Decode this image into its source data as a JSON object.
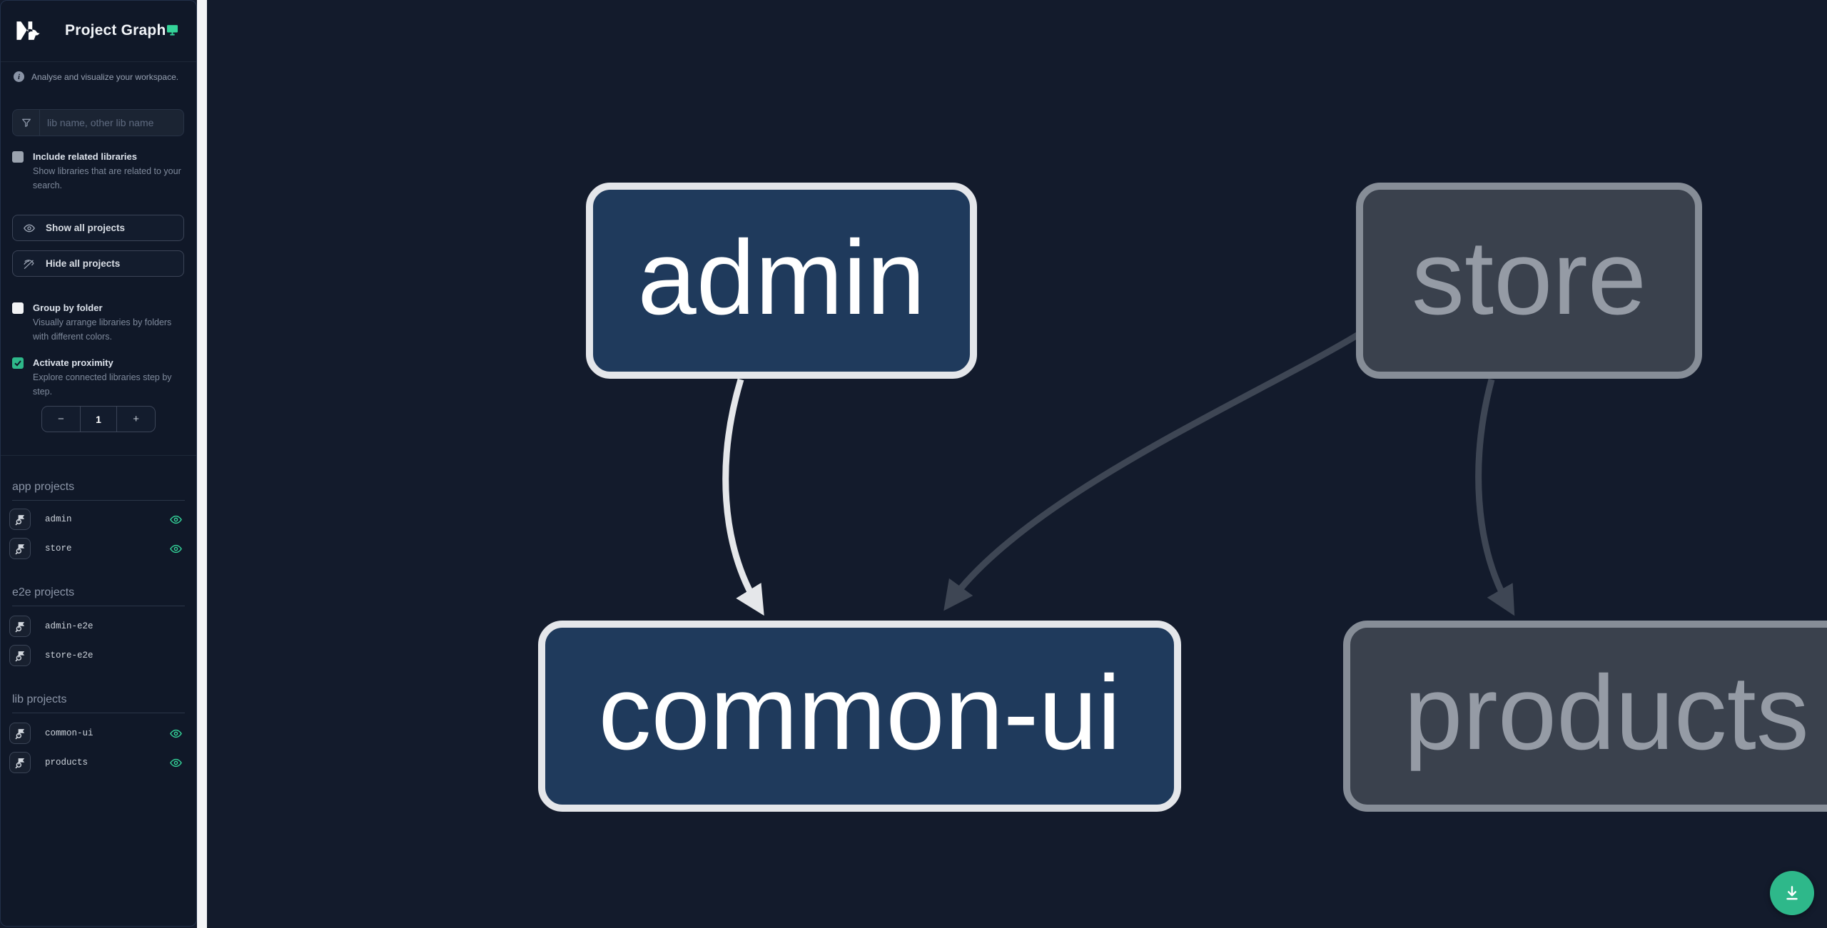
{
  "header": {
    "title": "Project Graph"
  },
  "intro": {
    "text": "Analyse and visualize your workspace."
  },
  "filter": {
    "placeholder": "lib name, other lib name",
    "value": ""
  },
  "include_related": {
    "label": "Include related libraries",
    "description": "Show libraries that are related to your search.",
    "checked": false
  },
  "actions": {
    "show_all": "Show all projects",
    "hide_all": "Hide all projects"
  },
  "group_by_folder": {
    "label": "Group by folder",
    "description": "Visually arrange libraries by folders with different colors.",
    "checked": false
  },
  "activate_proximity": {
    "label": "Activate proximity",
    "description": "Explore connected libraries step by step.",
    "checked": true
  },
  "proximity": {
    "decrement": "−",
    "value": "1",
    "increment": "+"
  },
  "sections": {
    "app": {
      "title": "app projects",
      "items": [
        {
          "name": "admin",
          "visible": true
        },
        {
          "name": "store",
          "visible": true
        }
      ]
    },
    "e2e": {
      "title": "e2e projects",
      "items": [
        {
          "name": "admin-e2e",
          "visible": false
        },
        {
          "name": "store-e2e",
          "visible": false
        }
      ]
    },
    "lib": {
      "title": "lib projects",
      "items": [
        {
          "name": "common-ui",
          "visible": true
        },
        {
          "name": "products",
          "visible": true
        }
      ]
    }
  },
  "graph": {
    "nodes": [
      {
        "id": "admin",
        "label": "admin",
        "state": "highlighted"
      },
      {
        "id": "store",
        "label": "store",
        "state": "faded"
      },
      {
        "id": "common-ui",
        "label": "common-ui",
        "state": "highlighted"
      },
      {
        "id": "products",
        "label": "products",
        "state": "faded"
      }
    ],
    "edges": [
      {
        "source": "admin",
        "target": "common-ui",
        "state": "highlighted"
      },
      {
        "source": "store",
        "target": "common-ui",
        "state": "faded"
      },
      {
        "source": "store",
        "target": "products",
        "state": "faded"
      }
    ]
  },
  "icons": {
    "logo": "nx-logo",
    "header_right": "monitor-icon",
    "info": "info-icon",
    "filter": "funnel-icon",
    "show": "eye-icon",
    "hide": "eye-off-icon",
    "project_row_left": "focus-project-icon",
    "project_row_right": "eye-icon",
    "fab": "download-icon"
  },
  "colors": {
    "accent_green": "#2eb88a",
    "eye_green": "#34d399",
    "node_blue": "#1f3a5c",
    "node_blue_border": "#e4e6ea",
    "node_blue_text": "#ffffff",
    "node_gray": "#3a414d",
    "node_gray_border": "#868d97",
    "node_gray_text": "#959ba5",
    "edge_light": "#e5e7ea",
    "edge_gray": "#3e4654",
    "sidebar_bg": "#101828",
    "canvas_bg": "#131b2c",
    "resizer": "#f4f5f7"
  }
}
